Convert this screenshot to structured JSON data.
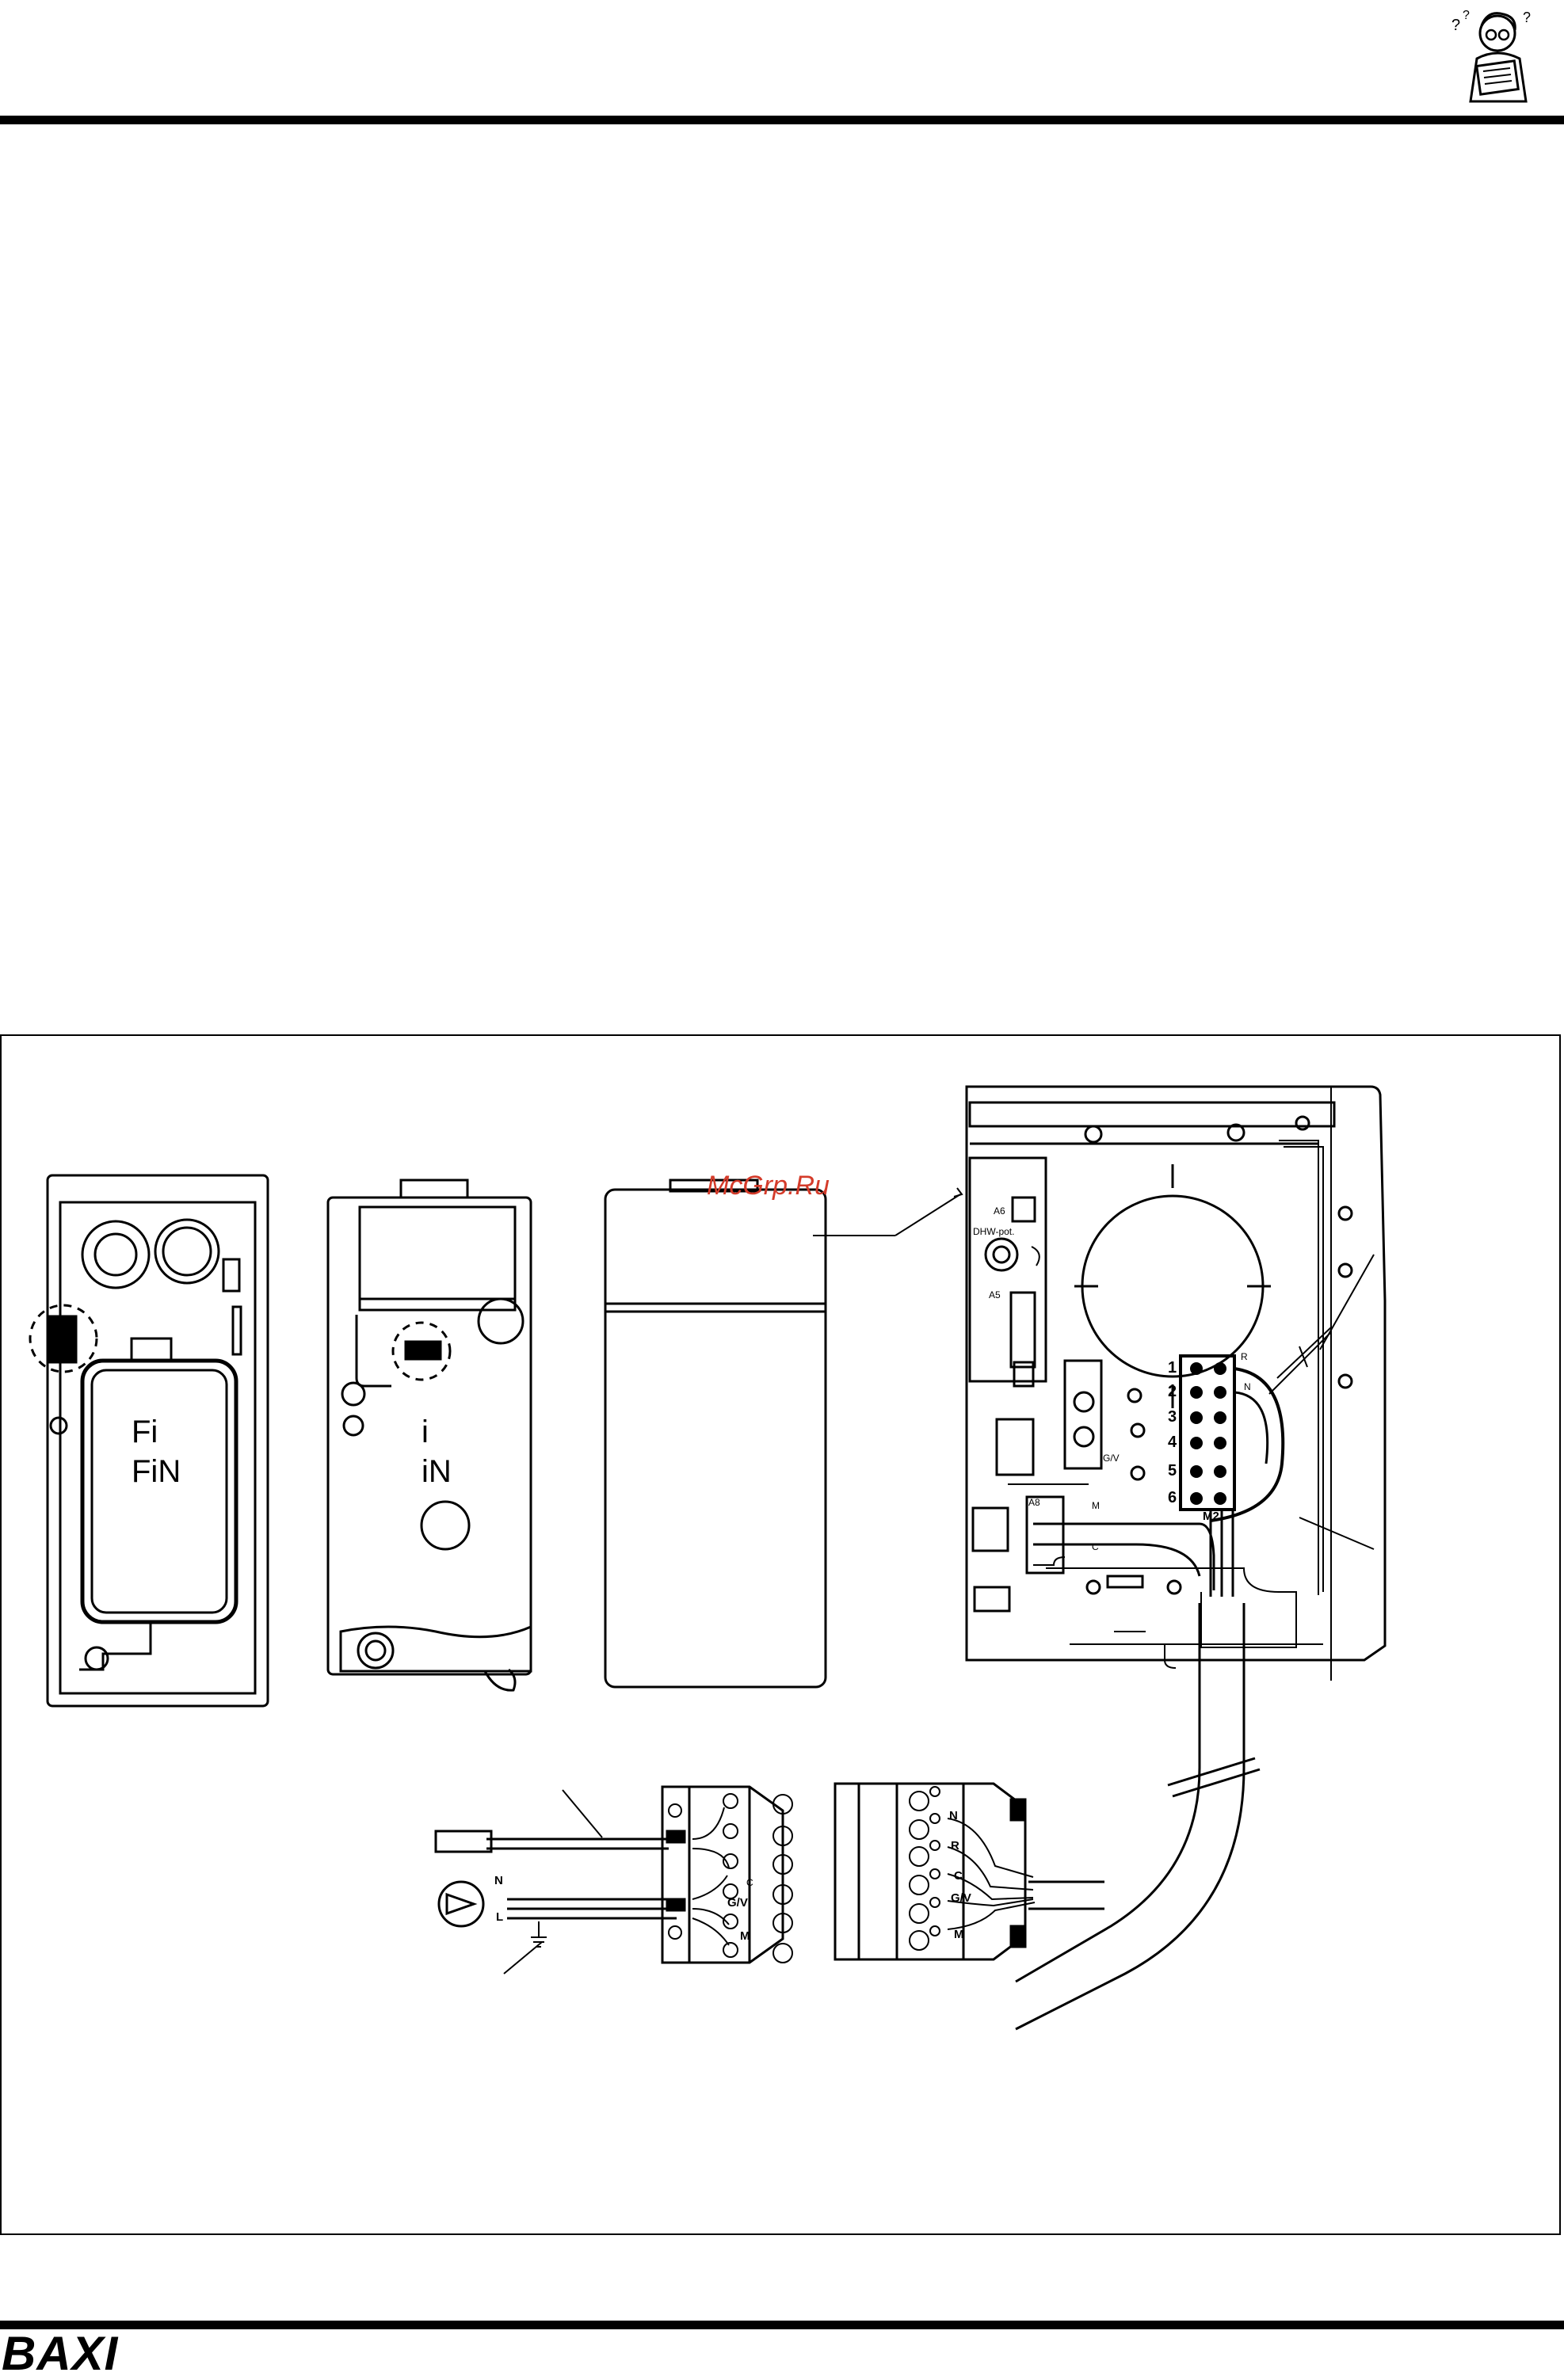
{
  "header": {
    "mascot_icon": "reading-engineer-icon"
  },
  "figure": {
    "boiler_rear_left": {
      "model_line1": "Fi",
      "model_line2": "FiN"
    },
    "boiler_rear_mid": {
      "model_line1": "i",
      "model_line2": "iN"
    },
    "watermark": "McGrp.Ru",
    "control_panel": {
      "board_labels": {
        "a6": "A6",
        "dhw_pot": "DHW-pot.",
        "a5": "A5",
        "a8": "A8",
        "gv": "G/V",
        "m": "M",
        "c": "C"
      },
      "terminal_block": {
        "name": "M2",
        "numbers": [
          "1",
          "2",
          "3",
          "4",
          "5",
          "6"
        ],
        "right_labels": {
          "r": "R",
          "n": "N"
        }
      }
    },
    "connector_left": {
      "labels": [
        "C",
        "G/V",
        "M"
      ],
      "pump_labels": {
        "n": "N",
        "l": "L"
      }
    },
    "connector_right": {
      "labels": [
        "N",
        "R",
        "C",
        "G/V",
        "M"
      ]
    }
  },
  "footer": {
    "brand": "BAXI"
  },
  "colors": {
    "ink": "#000000",
    "watermark": "#d43b2a",
    "background": "#ffffff"
  }
}
